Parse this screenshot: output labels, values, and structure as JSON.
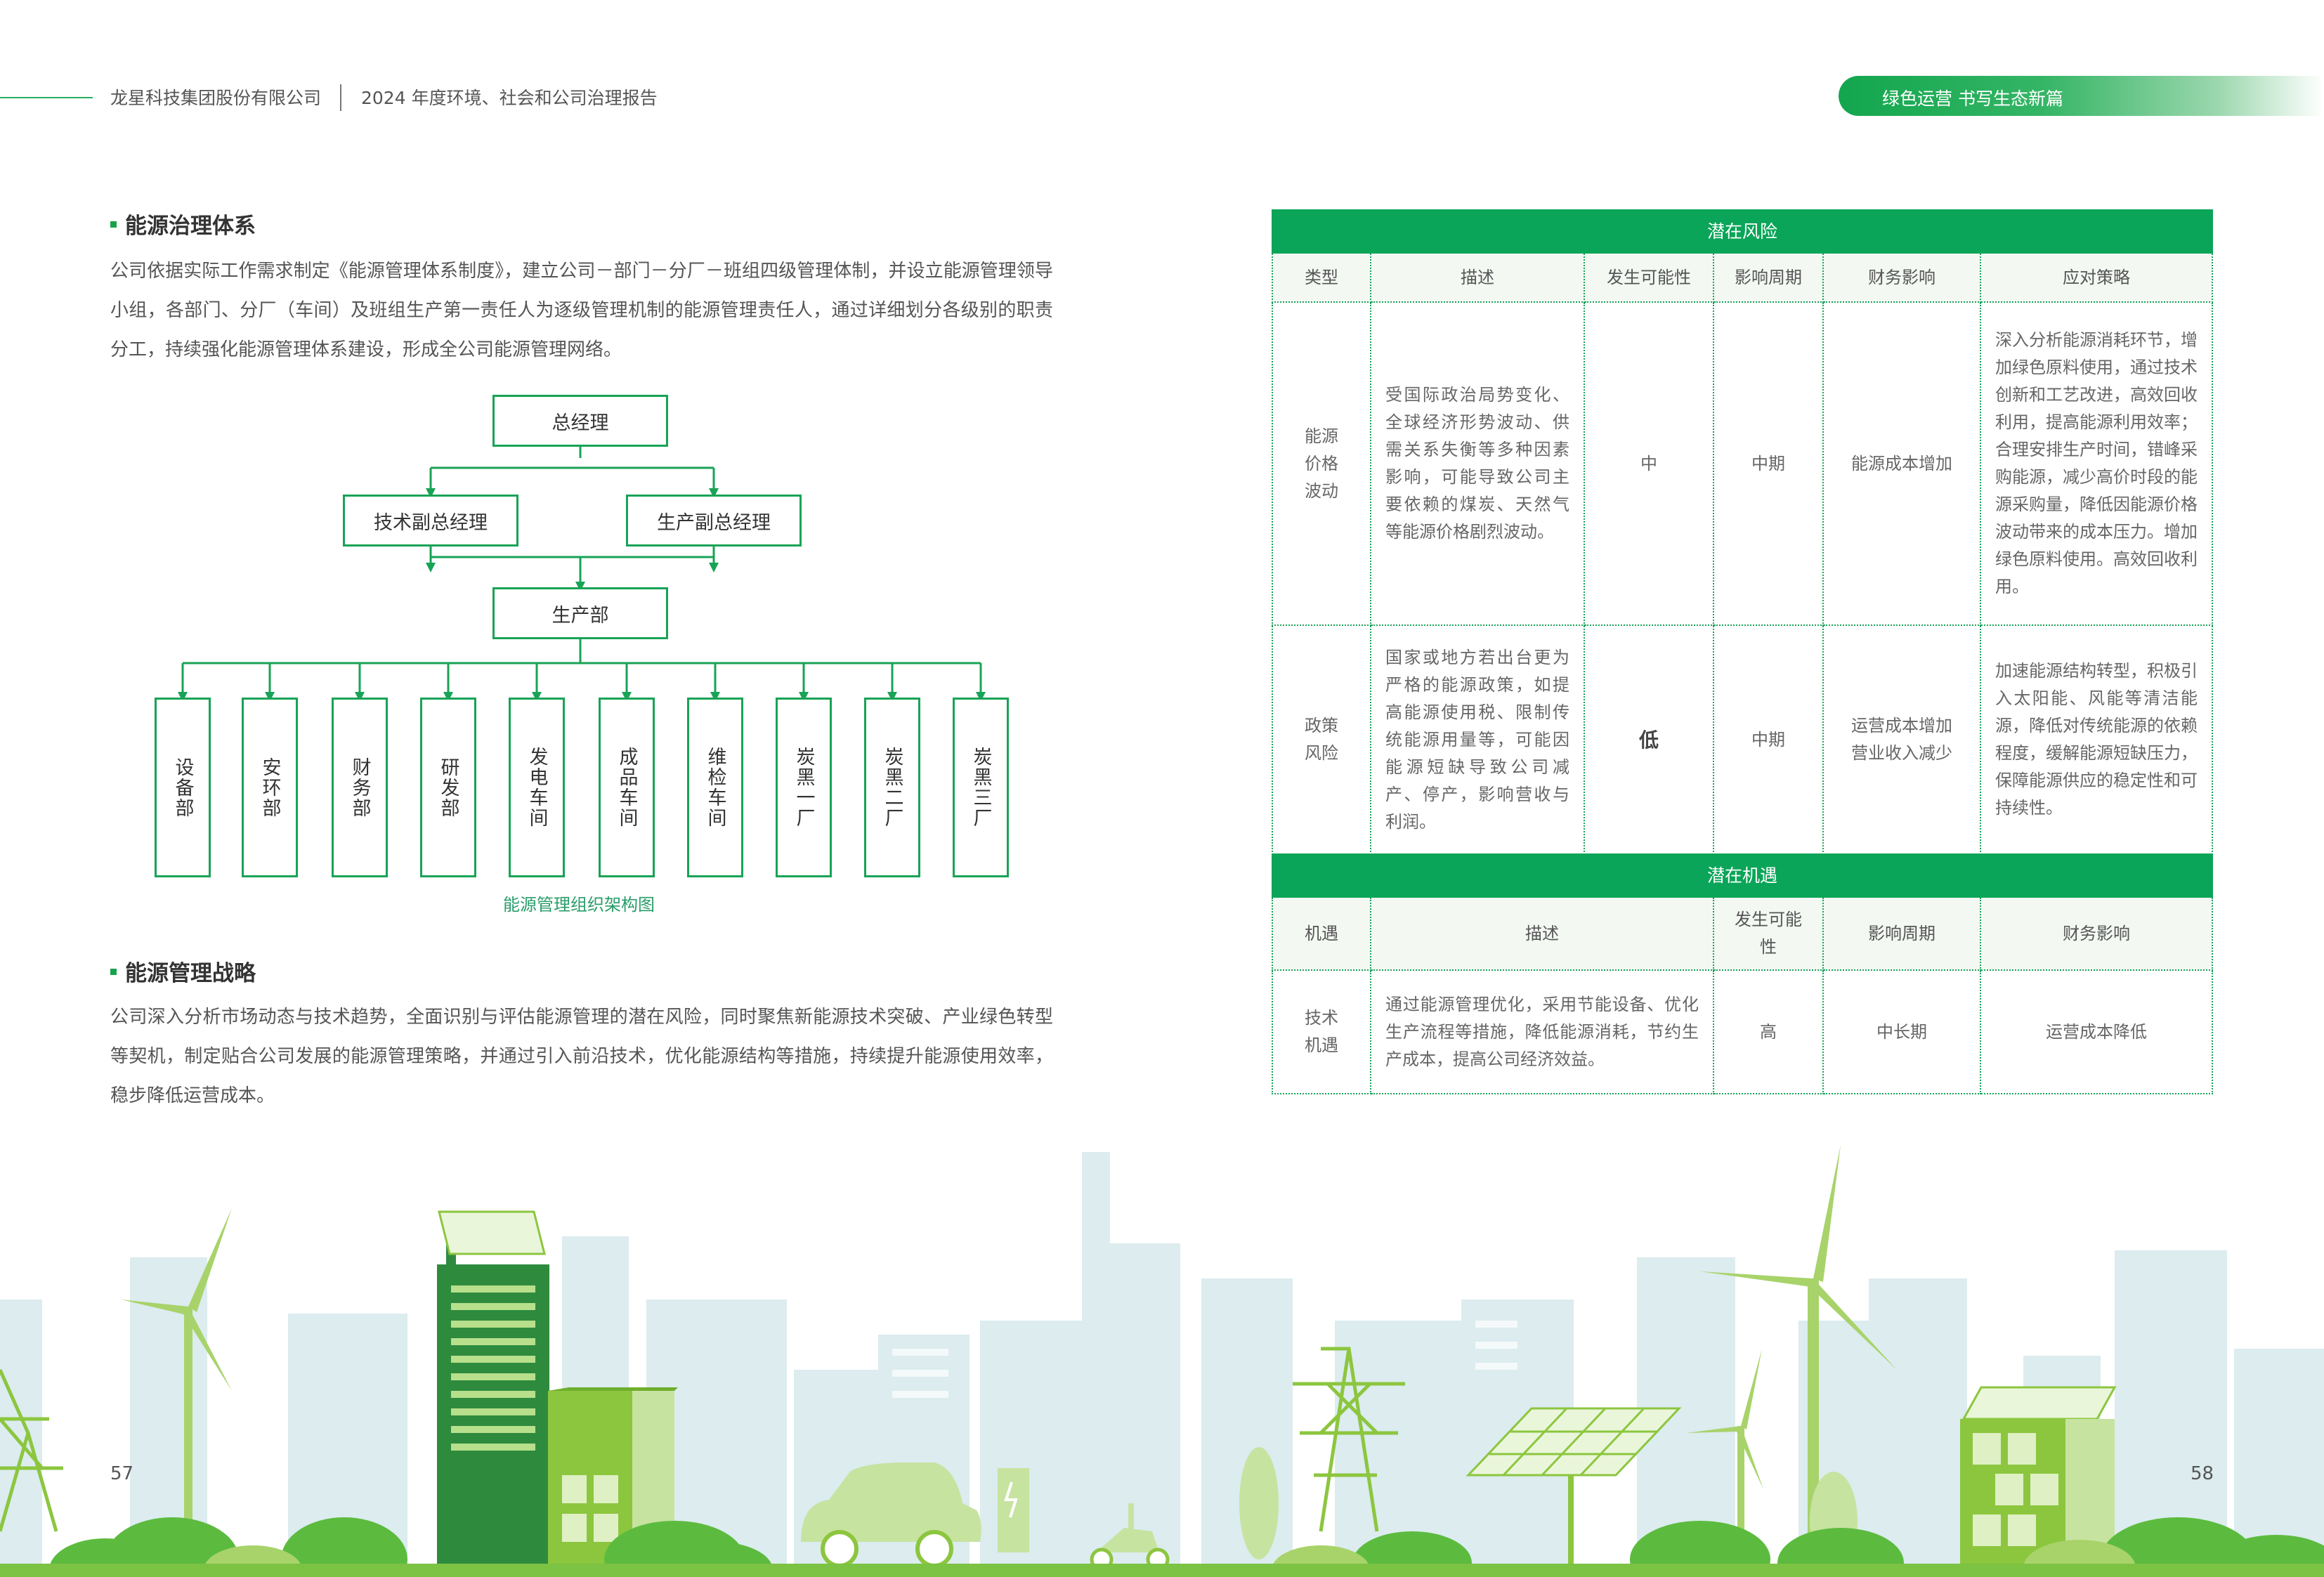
{
  "header": {
    "company": "龙星科技集团股份有限公司",
    "report": "2024 年度环境、社会和公司治理报告",
    "section_tag": "绿色运营  书写生态新篇"
  },
  "governance": {
    "title": "能源治理体系",
    "paragraph": "公司依据实际工作需求制定《能源管理体系制度》，建立公司－部门－分厂－班组四级管理体制，并设立能源管理领导小组，各部门、分厂（车间）及班组生产第一责任人为逐级管理机制的能源管理责任人，通过详细划分各级别的职责分工，持续强化能源管理体系建设，形成全公司能源管理网络。"
  },
  "org_chart": {
    "top": "总经理",
    "deputies": [
      "技术副总经理",
      "生产副总经理"
    ],
    "middle": "生产部",
    "units": [
      "设备部",
      "安环部",
      "财务部",
      "研发部",
      "发电车间",
      "成品车间",
      "维检车间",
      "炭黑一厂",
      "炭黑二厂",
      "炭黑三厂"
    ],
    "caption": "能源管理组织架构图"
  },
  "strategy": {
    "title": "能源管理战略",
    "paragraph": "公司深入分析市场动态与技术趋势，全面识别与评估能源管理的潜在风险，同时聚焦新能源技术突破、产业绿色转型等契机，制定贴合公司发展的能源管理策略，并通过引入前沿技术，优化能源结构等措施，持续提升能源使用效率，稳步降低运营成本。"
  },
  "risk_table": {
    "title": "潜在风险",
    "headers": [
      "类型",
      "描述",
      "发生可能性",
      "影响周期",
      "财务影响",
      "应对策略"
    ],
    "rows": [
      {
        "type": "能源价格波动",
        "desc": "受国际政治局势变化、全球经济形势波动、供需关系失衡等多种因素影响，可能导致公司主要依赖的煤炭、天然气等能源价格剧烈波动。",
        "likelihood": "中",
        "period": "中期",
        "impact": "能源成本增加",
        "strategy": "深入分析能源消耗环节，增加绿色原料使用，通过技术创新和工艺改进，高效回收利用，提高能源利用效率；合理安排生产时间，错峰采购能源，减少高价时段的能源采购量，降低因能源价格波动带来的成本压力。增加绿色原料使用。高效回收利用。"
      },
      {
        "type": "政策风险",
        "desc": "国家或地方若出台更为严格的能源政策，如提高能源使用税、限制传统能源用量等，可能因能源短缺导致公司减产、停产，影响营收与利润。",
        "likelihood": "低",
        "period": "中期",
        "impact": "运营成本增加营业收入减少",
        "strategy": "加速能源结构转型，积极引入太阳能、风能等清洁能源，降低对传统能源的依赖程度，缓解能源短缺压力，保障能源供应的稳定性和可持续性。"
      }
    ]
  },
  "opportunity_table": {
    "title": "潜在机遇",
    "headers": [
      "机遇",
      "描述",
      "发生可能性",
      "影响周期",
      "财务影响"
    ],
    "rows": [
      {
        "type": "技术机遇",
        "desc": "通过能源管理优化，采用节能设备、优化生产流程等措施，降低能源消耗，节约生产成本，提高公司经济效益。",
        "likelihood": "高",
        "period": "中长期",
        "impact": "运营成本降低"
      }
    ]
  },
  "page_numbers": {
    "left": "57",
    "right": "58"
  },
  "colors": {
    "primary": "#0aa558",
    "accent_light": "#8cc63f",
    "sky_building": "#dcecef"
  }
}
